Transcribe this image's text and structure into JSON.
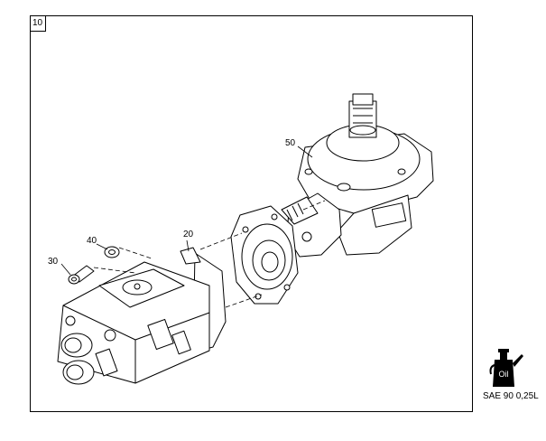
{
  "figure": {
    "number": "10"
  },
  "callouts": {
    "c50": "50",
    "c20": "20",
    "c40": "40",
    "c30": "30"
  },
  "oil": {
    "icon": "oil-can-icon",
    "icon_label": "Oil",
    "spec": "SAE 90 0,25L"
  }
}
